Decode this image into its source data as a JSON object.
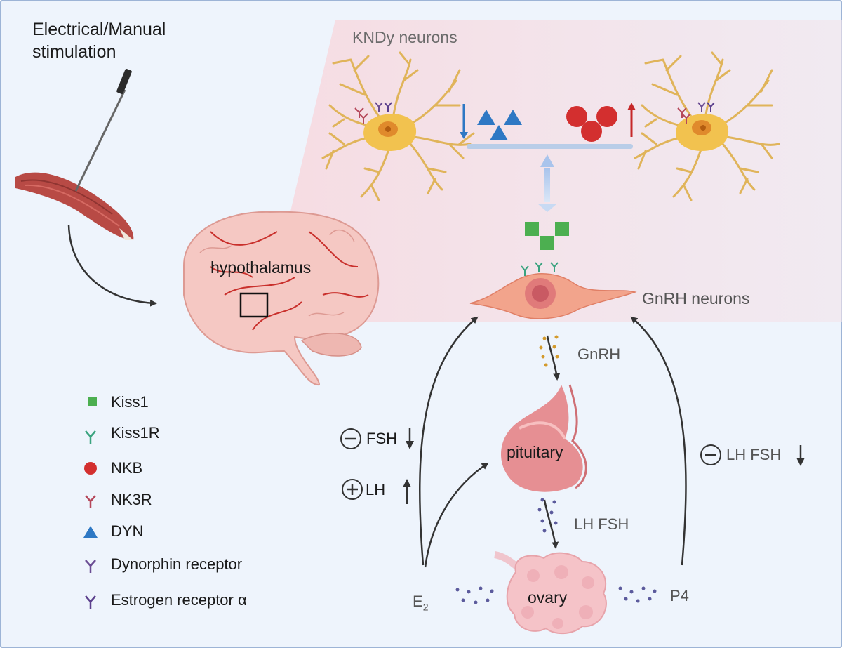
{
  "stimulation": {
    "label_line1": "Electrical/Manual",
    "label_line2": "stimulation"
  },
  "brain": {
    "label": "hypothalamus"
  },
  "kndy": {
    "label": "KNDy neurons"
  },
  "gnrh_neuron": {
    "label": "GnRH neurons"
  },
  "flow": {
    "gnrh_release": "GnRH",
    "pituitary": "pituitary",
    "lh_fsh_release": "LH FSH",
    "ovary": "ovary",
    "e2": "E",
    "e2_sub": "2",
    "p4": "P4"
  },
  "feedback": {
    "e2_negative": "FSH",
    "e2_positive": "LH",
    "p4_negative": "LH FSH"
  },
  "legend": {
    "kiss1": "Kiss1",
    "kiss1r": "Kiss1R",
    "nkb": "NKB",
    "nk3r": "NK3R",
    "dyn": "DYN",
    "dynorphin_receptor": "Dynorphin receptor",
    "estrogen_receptor": "Estrogen receptor α"
  },
  "colors": {
    "background": "#eef4fc",
    "border": "#9db4d6",
    "kndy_zone": "#f6dde2",
    "kiss1": "#4caf50",
    "kiss1r": "#3aa37f",
    "nkb": "#d32f2f",
    "nk3r": "#b5475a",
    "dyn": "#2e78c4",
    "dynorphin_receptor": "#6a4c93",
    "estrogen_receptor": "#5b3f8c",
    "neuron_body": "#f2c24f",
    "neuron_dendrite": "#e0b45a",
    "gnrh_cell": "#f2a48c",
    "muscle": "#b84a45",
    "brain": "#f5c8c3",
    "arrow": "#333333"
  }
}
